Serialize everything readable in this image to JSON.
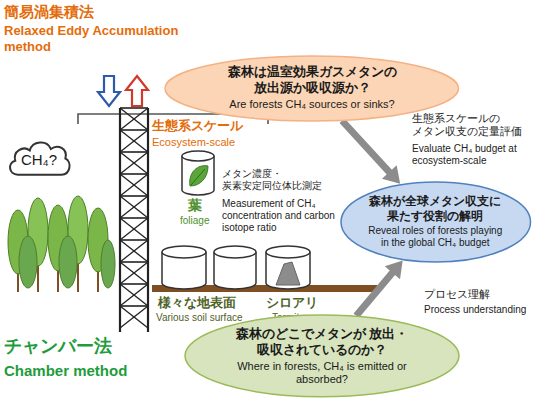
{
  "diagram": {
    "nodes": [
      {
        "text": [
          "森林は温室効果ガスメタンの 放出源か吸収源か？",
          "Are forests CH₄ sources or sinks?"
        ]
      },
      {
        "text": [
          "CH₄?"
        ]
      },
      {
        "text": [
          "森林が全球メタン収支に 果たす役割の解明",
          "Reveal roles of forests playing in the global CH₄ budget"
        ]
      },
      {
        "text": [
          "森林のどこでメタンが 放出・吸収されているのか？",
          "Where in forests, CH₄ is emitted or absorbed?"
        ]
      }
    ],
    "edges": [
      {
        "from": 0,
        "to": 2,
        "arrow": "to"
      },
      {
        "from": 3,
        "to": 2,
        "arrow": "to"
      }
    ],
    "labels": [
      "簡易渦集積法",
      "Relaxed Eddy Accumulation method",
      "生態系スケール",
      "Ecosystem-scale",
      "メタン濃度・ 炭素安定同位体比測定",
      "Measurement of CH₄ concentration and carbon isotope ratio",
      "葉",
      "foliage",
      "様々な地表面",
      "Various soil surface",
      "シロアリ",
      "Termite",
      "チャンバー法",
      "Chamber method",
      "生態系スケールの メタン収支の定量評価",
      "Evaluate CH₄ budget at ecosystem-scale",
      "プロセス理解",
      "Process understanding"
    ]
  }
}
